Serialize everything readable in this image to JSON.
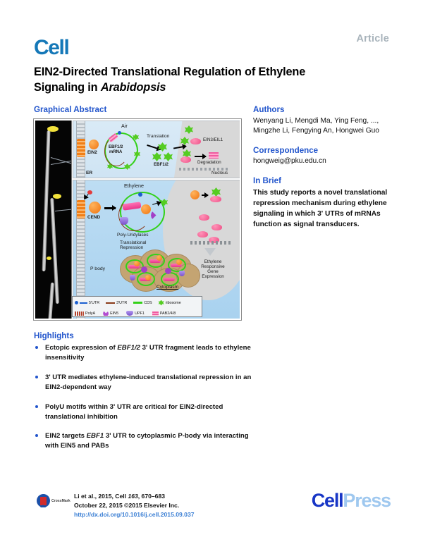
{
  "header": {
    "article_tag": "Article",
    "journal_logo": "Cell",
    "title_line1": "EIN2-Directed Translational Regulation of Ethylene",
    "title_line2_pre": "Signaling in ",
    "title_line2_italic": "Arabidopsis"
  },
  "graphical_abstract": {
    "heading": "Graphical Abstract",
    "figure_labels": {
      "air": "Air",
      "ethylene": "Ethylene",
      "ein2": "EIN2",
      "cend": "CEND",
      "er": "ER",
      "mrna_line1": "EBF1/2",
      "mrna_line2": "mRNA",
      "translation": "Translation",
      "ebf12": "EBF1/2",
      "ein3_eil1": "EIN3/EIL1",
      "degradation": "Degradation",
      "nucleus": "Nucleus",
      "poly_uridylases": "Poly-Uridylases",
      "translational_line1": "Translational",
      "translational_line2": "Repression",
      "p_body": "P body",
      "cytoplasm": "Cytoplasm",
      "responsive_line1": "Ethylene",
      "responsive_line2": "Responsive",
      "responsive_line3": "Gene",
      "responsive_line4": "Expression"
    },
    "legend": [
      {
        "label": "5'UTR",
        "glyph": "line-blue-dot",
        "color": "#1b5fd0"
      },
      {
        "label": "3'UTR",
        "glyph": "line",
        "color": "#8a3b1a"
      },
      {
        "label": "CDS",
        "glyph": "line",
        "color": "#33d119"
      },
      {
        "label": "ribosome",
        "glyph": "star",
        "color": "#55cc22"
      },
      {
        "label": "PolyA",
        "glyph": "wavy",
        "color": "#b4412a"
      },
      {
        "label": "EIN5",
        "glyph": "pacman",
        "color": "#b24cd0"
      },
      {
        "label": "UPF1",
        "glyph": "dome",
        "color": "#7a52cc"
      },
      {
        "label": "PAB2/4/8",
        "glyph": "bar",
        "color": "#f05ba0"
      }
    ]
  },
  "authors": {
    "heading": "Authors",
    "line1": "Wenyang Li, Mengdi Ma, Ying Feng, ...,",
    "line2": "Mingzhe Li, Fengying An, Hongwei Guo"
  },
  "correspondence": {
    "heading": "Correspondence",
    "email": "hongweig@pku.edu.cn"
  },
  "in_brief": {
    "heading": "In Brief",
    "text": "This study reports a novel translational repression mechanism during ethylene signaling in which 3' UTRs of mRNAs function as signal transducers."
  },
  "highlights": {
    "heading": "Highlights",
    "items": [
      {
        "pre": "Ectopic expression of ",
        "italic": "EBF1/2",
        "post": " 3' UTR fragment leads to ethylene insensitivity"
      },
      {
        "pre": "3' UTR mediates ethylene-induced translational repression in an EIN2-dependent way",
        "italic": "",
        "post": ""
      },
      {
        "pre": "PolyU motifs within 3' UTR are critical for EIN2-directed translational inhibition",
        "italic": "",
        "post": ""
      },
      {
        "pre": "EIN2 targets ",
        "italic": "EBF1",
        "post": " 3' UTR to cytoplasmic P-body via interacting with EIN5 and PABs"
      }
    ]
  },
  "footer": {
    "crossmark_label": "CrossMark",
    "citation_pre": "Li et al., 2015, Cell ",
    "citation_volume": "163",
    "citation_pages": ", 670–683",
    "citation_line2": "October 22, 2015 ©2015 Elsevier Inc.",
    "doi": "http://dx.doi.org/10.1016/j.cell.2015.09.037",
    "publisher_cell": "Cell",
    "publisher_press": "Press"
  },
  "colors": {
    "brand_blue": "#1578b8",
    "section_blue": "#2255cc",
    "article_gray": "#a8b3bb",
    "doi_blue": "#3b7fd4",
    "cellpress_dark": "#1836c6",
    "cellpress_light": "#9fc8ef"
  }
}
